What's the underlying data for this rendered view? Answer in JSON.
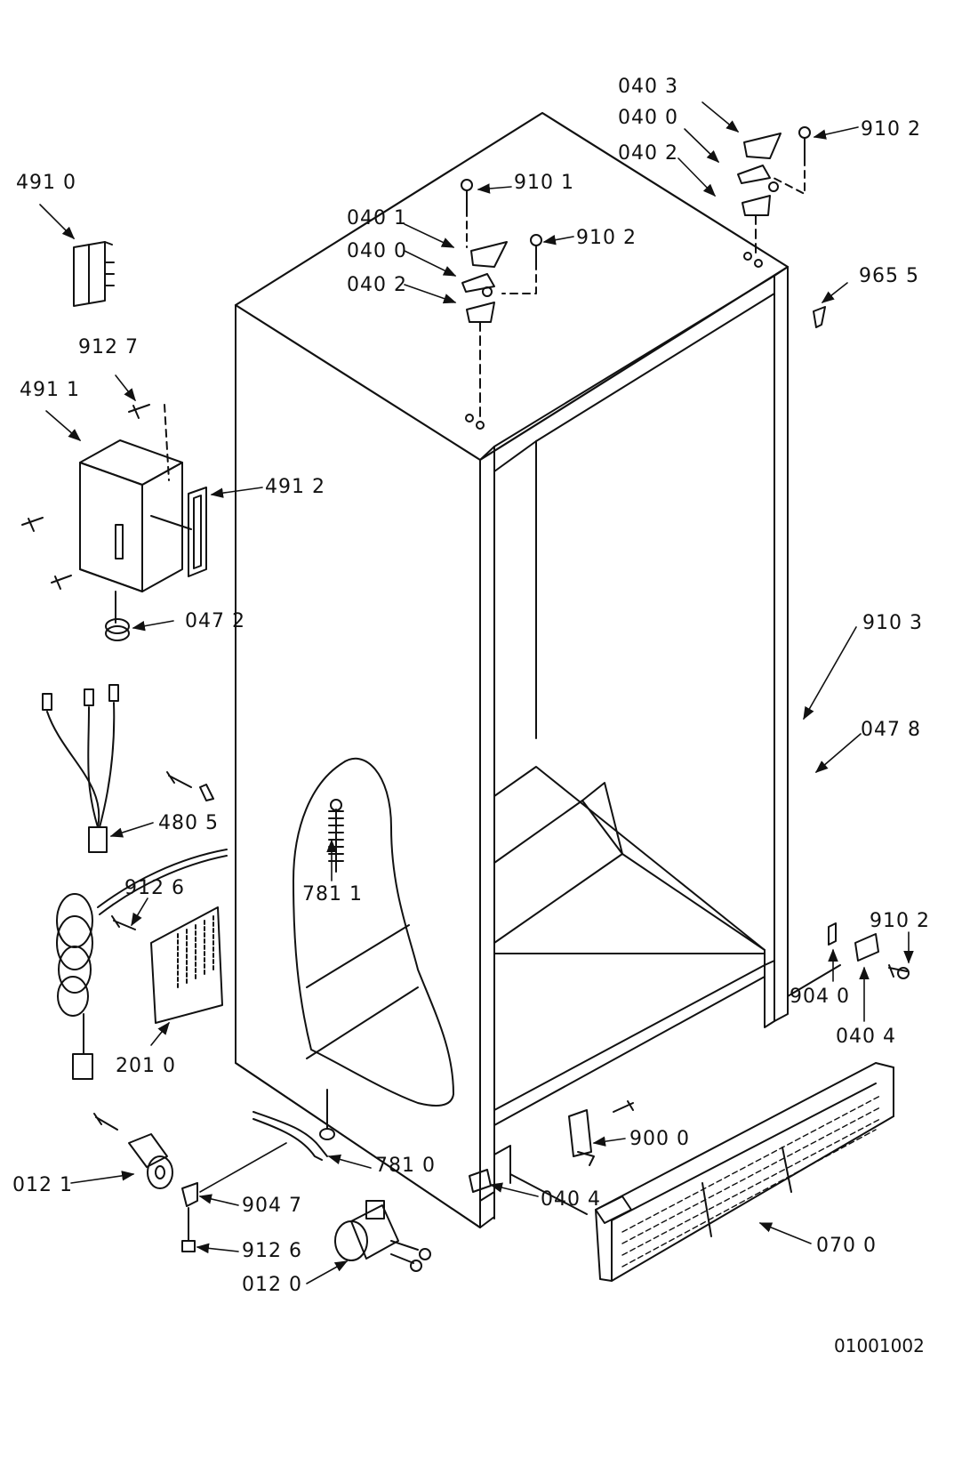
{
  "diagram": {
    "drawing_number": "01001002",
    "callouts": [
      {
        "id": "c-0403",
        "text": "040 3"
      },
      {
        "id": "c-0400a",
        "text": "040 0"
      },
      {
        "id": "c-0402a",
        "text": "040 2"
      },
      {
        "id": "c-9102a",
        "text": "910 2"
      },
      {
        "id": "c-4910",
        "text": "491 0"
      },
      {
        "id": "c-9101",
        "text": "910 1"
      },
      {
        "id": "c-0401",
        "text": "040 1"
      },
      {
        "id": "c-9102b",
        "text": "910 2"
      },
      {
        "id": "c-0400b",
        "text": "040 0"
      },
      {
        "id": "c-0402b",
        "text": "040 2"
      },
      {
        "id": "c-9655",
        "text": "965 5"
      },
      {
        "id": "c-9127",
        "text": "912 7"
      },
      {
        "id": "c-4911",
        "text": "491 1"
      },
      {
        "id": "c-4912",
        "text": "491 2"
      },
      {
        "id": "c-0472",
        "text": "047 2"
      },
      {
        "id": "c-9103",
        "text": "910 3"
      },
      {
        "id": "c-0478",
        "text": "047 8"
      },
      {
        "id": "c-4805",
        "text": "480 5"
      },
      {
        "id": "c-9126a",
        "text": "912 6"
      },
      {
        "id": "c-7811",
        "text": "781 1"
      },
      {
        "id": "c-9102c",
        "text": "910 2"
      },
      {
        "id": "c-9040a",
        "text": "904 0"
      },
      {
        "id": "c-0404a",
        "text": "040 4"
      },
      {
        "id": "c-2010",
        "text": "201 0"
      },
      {
        "id": "c-9000",
        "text": "900 0"
      },
      {
        "id": "c-7810",
        "text": "781 0"
      },
      {
        "id": "c-0121",
        "text": "012 1"
      },
      {
        "id": "c-9047",
        "text": "904 7"
      },
      {
        "id": "c-0404b",
        "text": "040 4"
      },
      {
        "id": "c-9126b",
        "text": "912 6"
      },
      {
        "id": "c-0700",
        "text": "070 0"
      },
      {
        "id": "c-0120",
        "text": "012 0"
      }
    ]
  }
}
